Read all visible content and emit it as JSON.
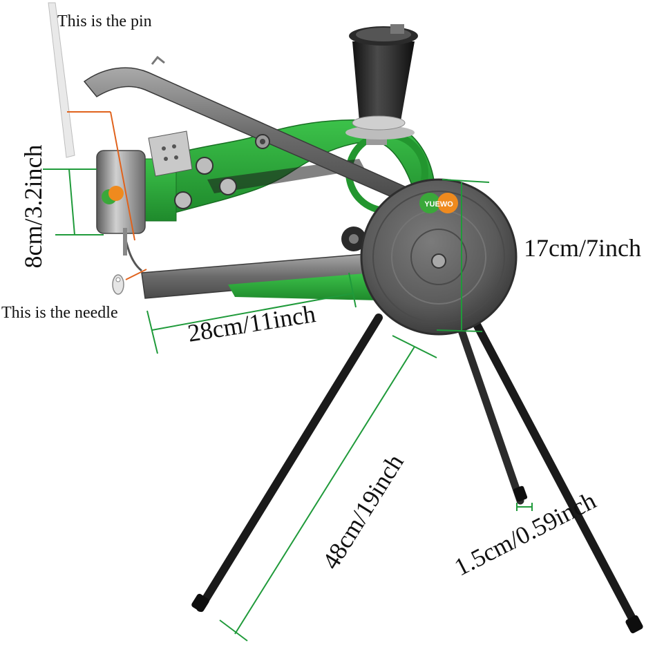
{
  "annotations": {
    "pin_label": "This is the pin",
    "needle_label": "This is the needle",
    "head_height": "8cm/3.2inch",
    "wheel_diameter": "17cm/7inch",
    "arm_length": "28cm/11inch",
    "leg_length": "48cm/19inch",
    "leg_diameter": "1.5cm/0.59inch"
  },
  "brand": {
    "logo_text": "YUEWO"
  },
  "colors": {
    "machine_body": "#2fa83a",
    "metal": "#6f6f6f",
    "wheel": "#5e5e5e",
    "thread": "#222222",
    "legs": "#1a1a1a",
    "dimension_lines": "#1f9a3a",
    "pointer_lines": "#e0621c",
    "logo_green": "#3aa83a",
    "logo_orange": "#ef8a1e"
  }
}
